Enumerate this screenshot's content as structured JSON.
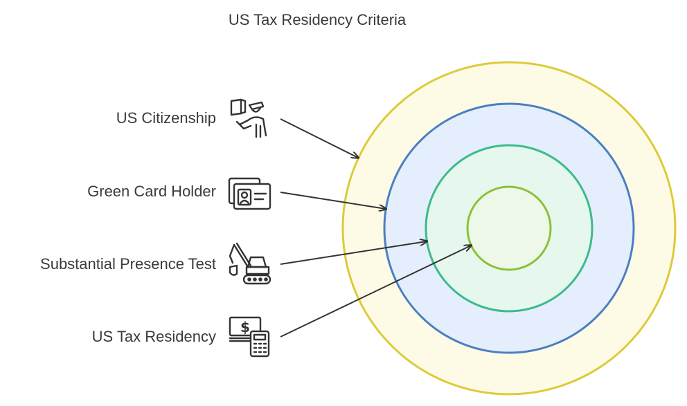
{
  "title": "US Tax Residency Criteria",
  "levels": [
    {
      "label": "US Citizenship",
      "icon": "immigration-officer-icon",
      "ring_color": "#dccb3a",
      "ring_fill": "#fdfbe6"
    },
    {
      "label": "Green Card Holder",
      "icon": "id-card-icon",
      "ring_color": "#4a7fc0",
      "ring_fill": "#e5eefc"
    },
    {
      "label": "Substantial Presence Test",
      "icon": "excavator-icon",
      "ring_color": "#3dbb8a",
      "ring_fill": "#e6f8ee"
    },
    {
      "label": "US Tax Residency",
      "icon": "money-calculator-icon",
      "ring_color": "#8cc03a",
      "ring_fill": "#edf8e8"
    }
  ],
  "colors": {
    "text": "#3a3a3a",
    "arrow": "#333333"
  }
}
